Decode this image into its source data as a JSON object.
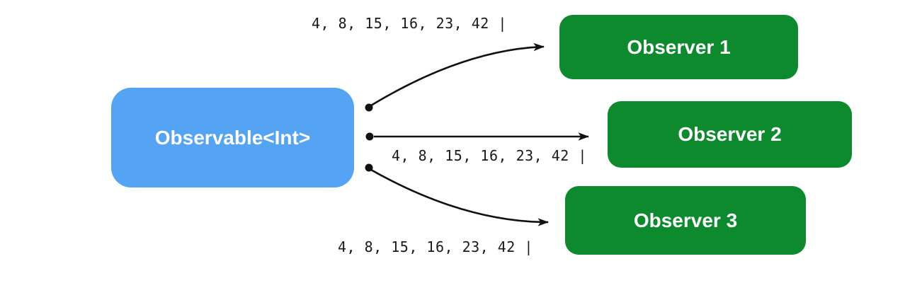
{
  "diagram": {
    "source_box": {
      "label": "Observable<Int>",
      "fill": "#55a3f3",
      "text_color": "#ffffff"
    },
    "observers": [
      {
        "label": "Observer 1"
      },
      {
        "label": "Observer 2"
      },
      {
        "label": "Observer 3"
      }
    ],
    "observer_fill": "#0e8a2e",
    "streams": [
      {
        "sequence": "4, 8, 15, 16, 23, 42 |"
      },
      {
        "sequence": "4, 8, 15, 16, 23, 42 |"
      },
      {
        "sequence": "4, 8, 15, 16, 23, 42 |"
      }
    ],
    "emitted_values": [
      4,
      8,
      15,
      16,
      23,
      42
    ],
    "completion_symbol": "|",
    "arrow_color": "#111111",
    "background": "#ffffff"
  }
}
